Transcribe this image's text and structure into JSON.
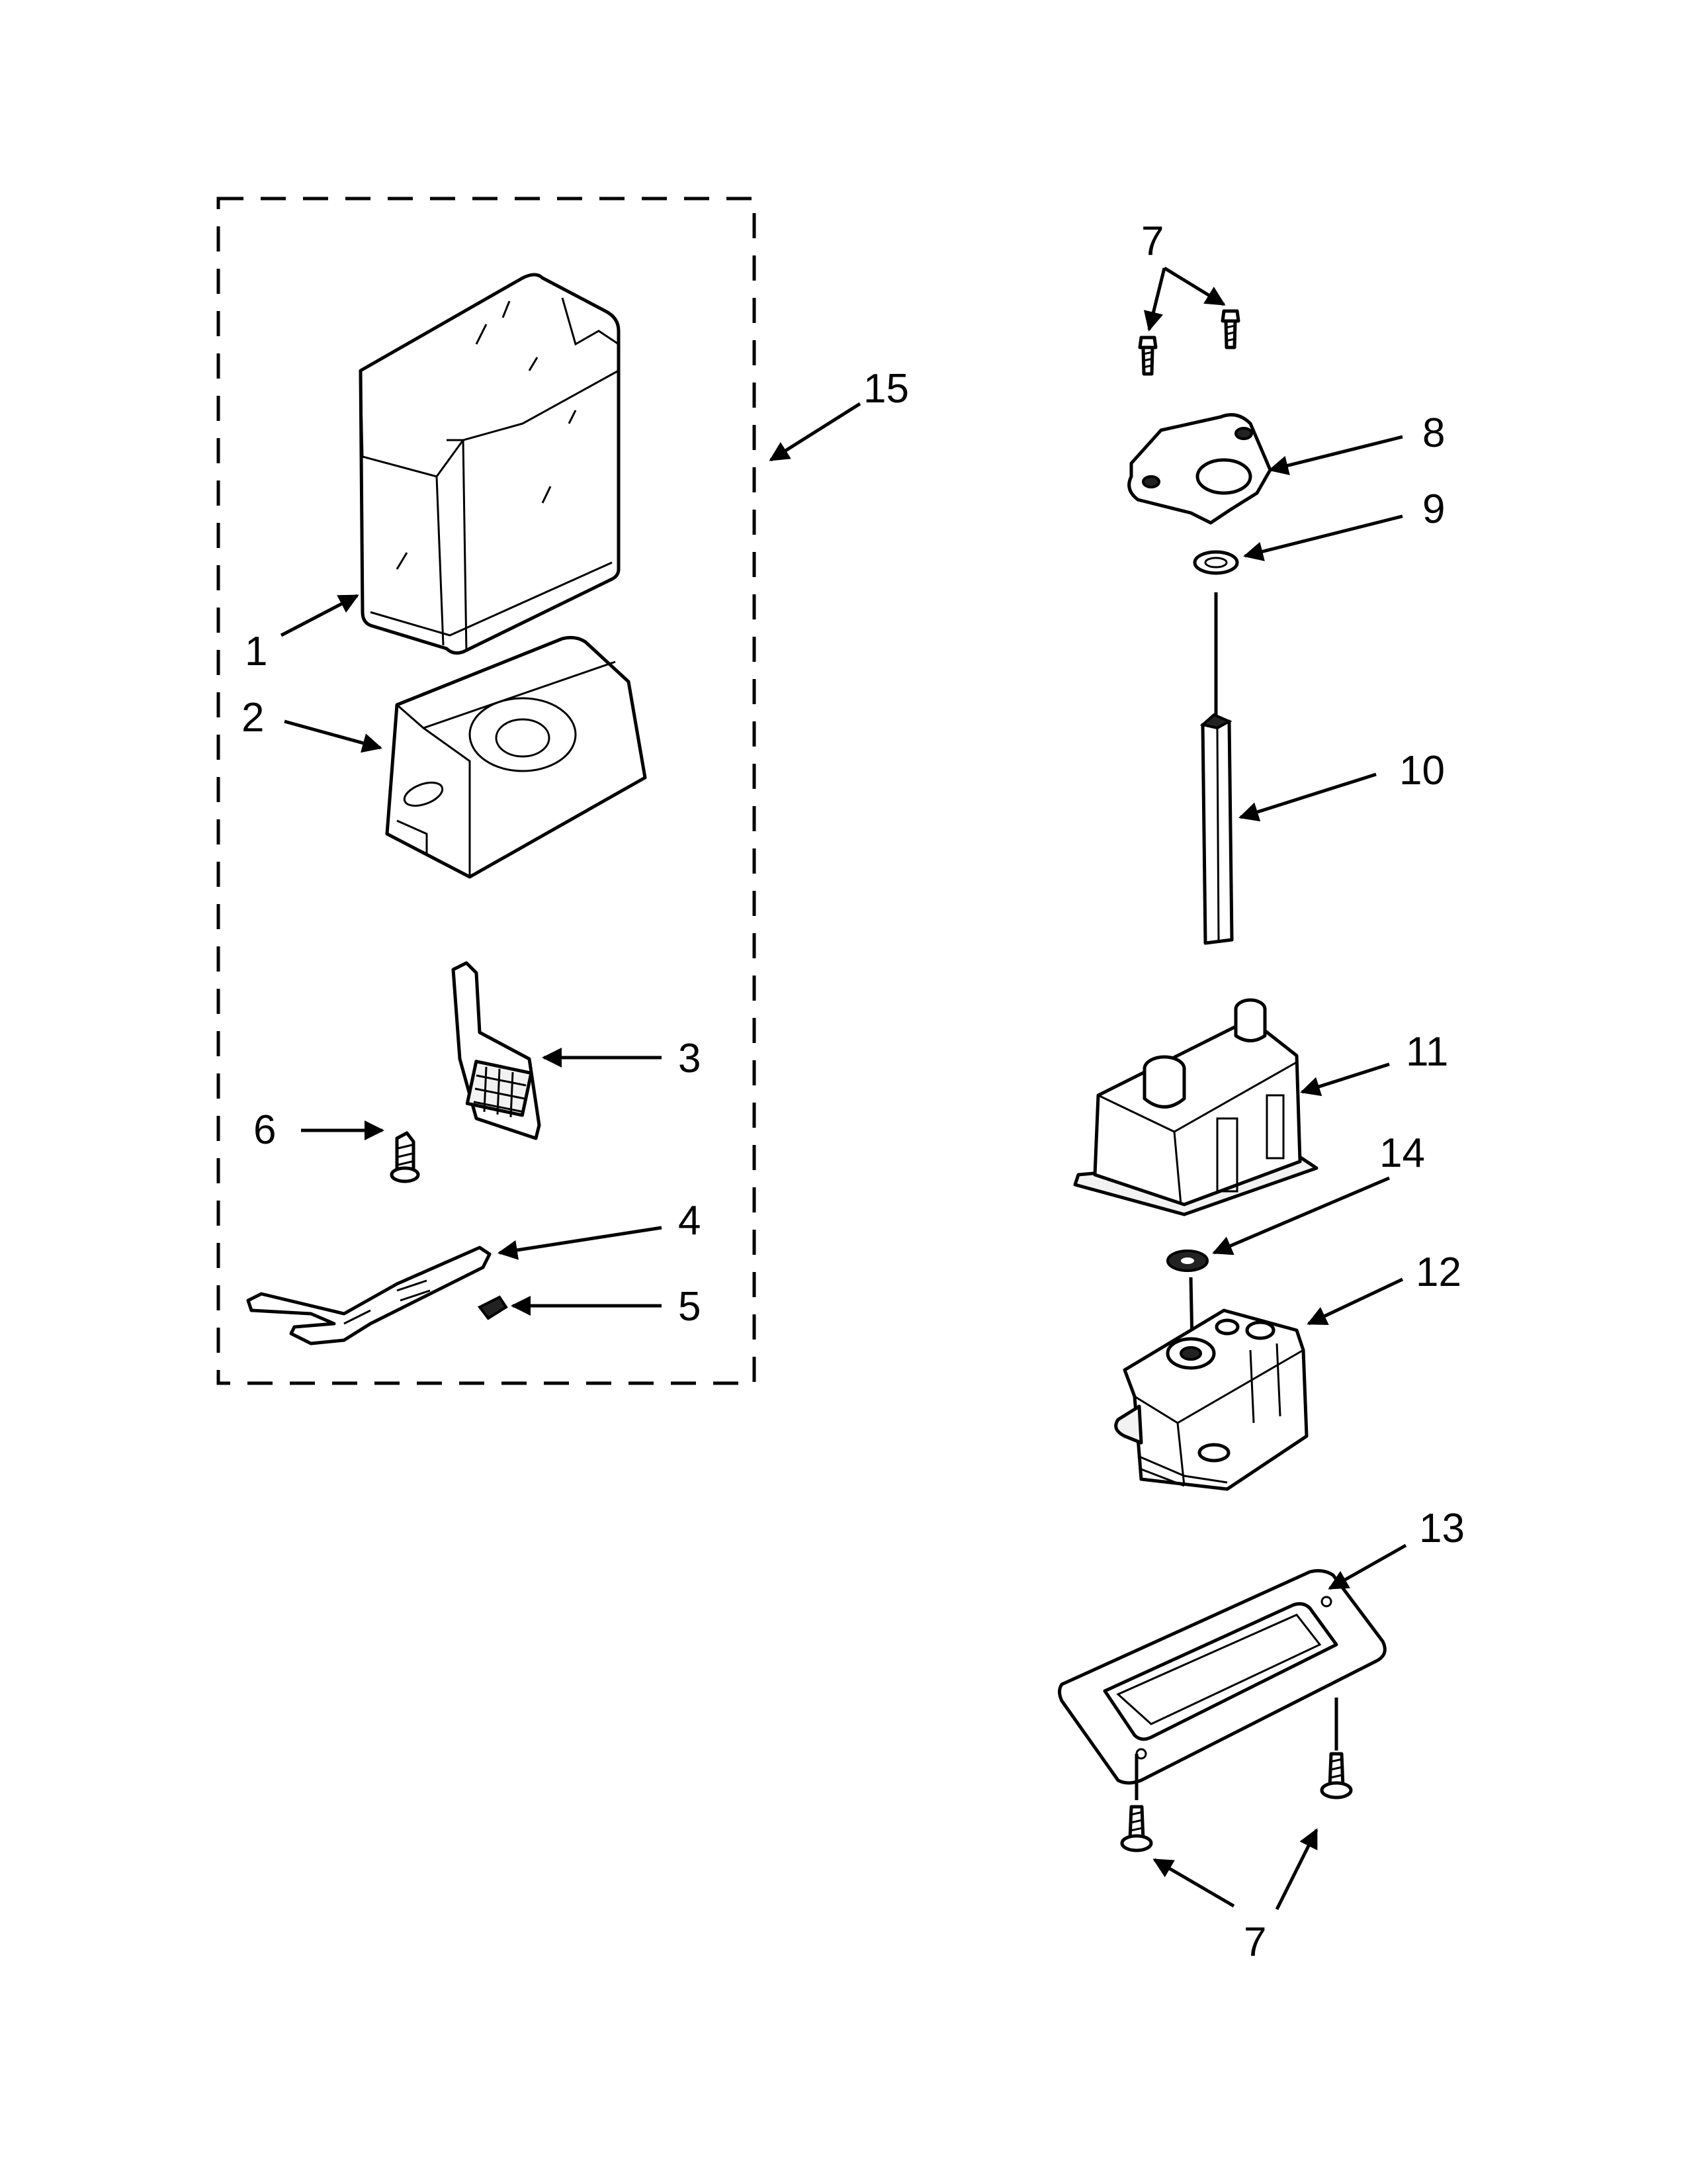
{
  "diagram": {
    "callouts": {
      "c1": "1",
      "c2": "2",
      "c3": "3",
      "c4": "4",
      "c5": "5",
      "c6": "6",
      "c7_top": "7",
      "c7_bottom": "7",
      "c8": "8",
      "c9": "9",
      "c10": "10",
      "c11": "11",
      "c12": "12",
      "c13": "13",
      "c14": "14",
      "c15": "15"
    }
  }
}
